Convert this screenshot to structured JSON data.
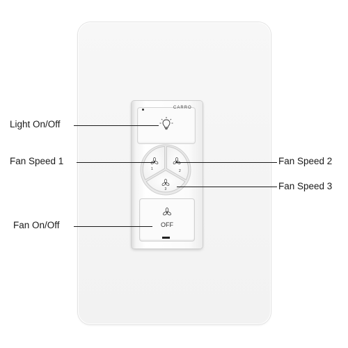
{
  "device": {
    "brand": "CARRO",
    "off_label": "OFF",
    "speed_numbers": [
      "1",
      "2",
      "3"
    ]
  },
  "callouts": {
    "light": "Light On/Off",
    "fan_speed_1": "Fan Speed 1",
    "fan_speed_2": "Fan Speed 2",
    "fan_speed_3": "Fan Speed 3",
    "fan_power": "Fan On/Off"
  },
  "icons": {
    "light": "light-bulb-icon",
    "fan": "fan-icon"
  }
}
